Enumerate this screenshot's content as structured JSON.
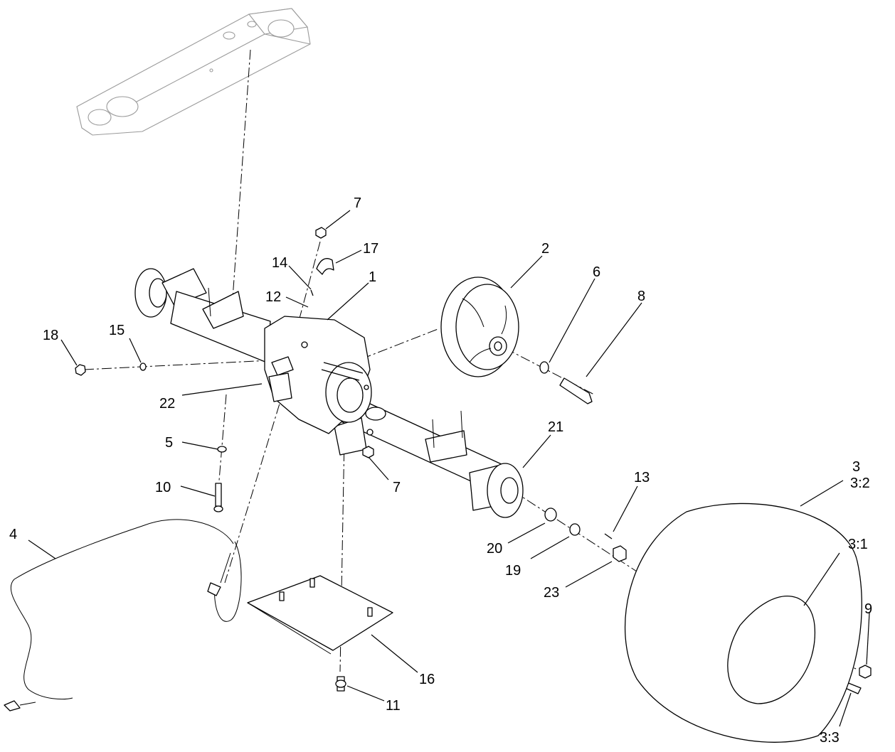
{
  "callouts": {
    "c1": "1",
    "c2": "2",
    "c3": "3",
    "c3_2": "3:2",
    "c3_1": "3:1",
    "c3_3": "3:3",
    "c4": "4",
    "c5": "5",
    "c6": "6",
    "c7_top": "7",
    "c7_bottom": "7",
    "c8": "8",
    "c9": "9",
    "c10": "10",
    "c11": "11",
    "c12": "12",
    "c13": "13",
    "c14": "14",
    "c15": "15",
    "c16": "16",
    "c17": "17",
    "c18": "18",
    "c19": "19",
    "c20": "20",
    "c21": "21",
    "c22": "22",
    "c23": "23"
  }
}
